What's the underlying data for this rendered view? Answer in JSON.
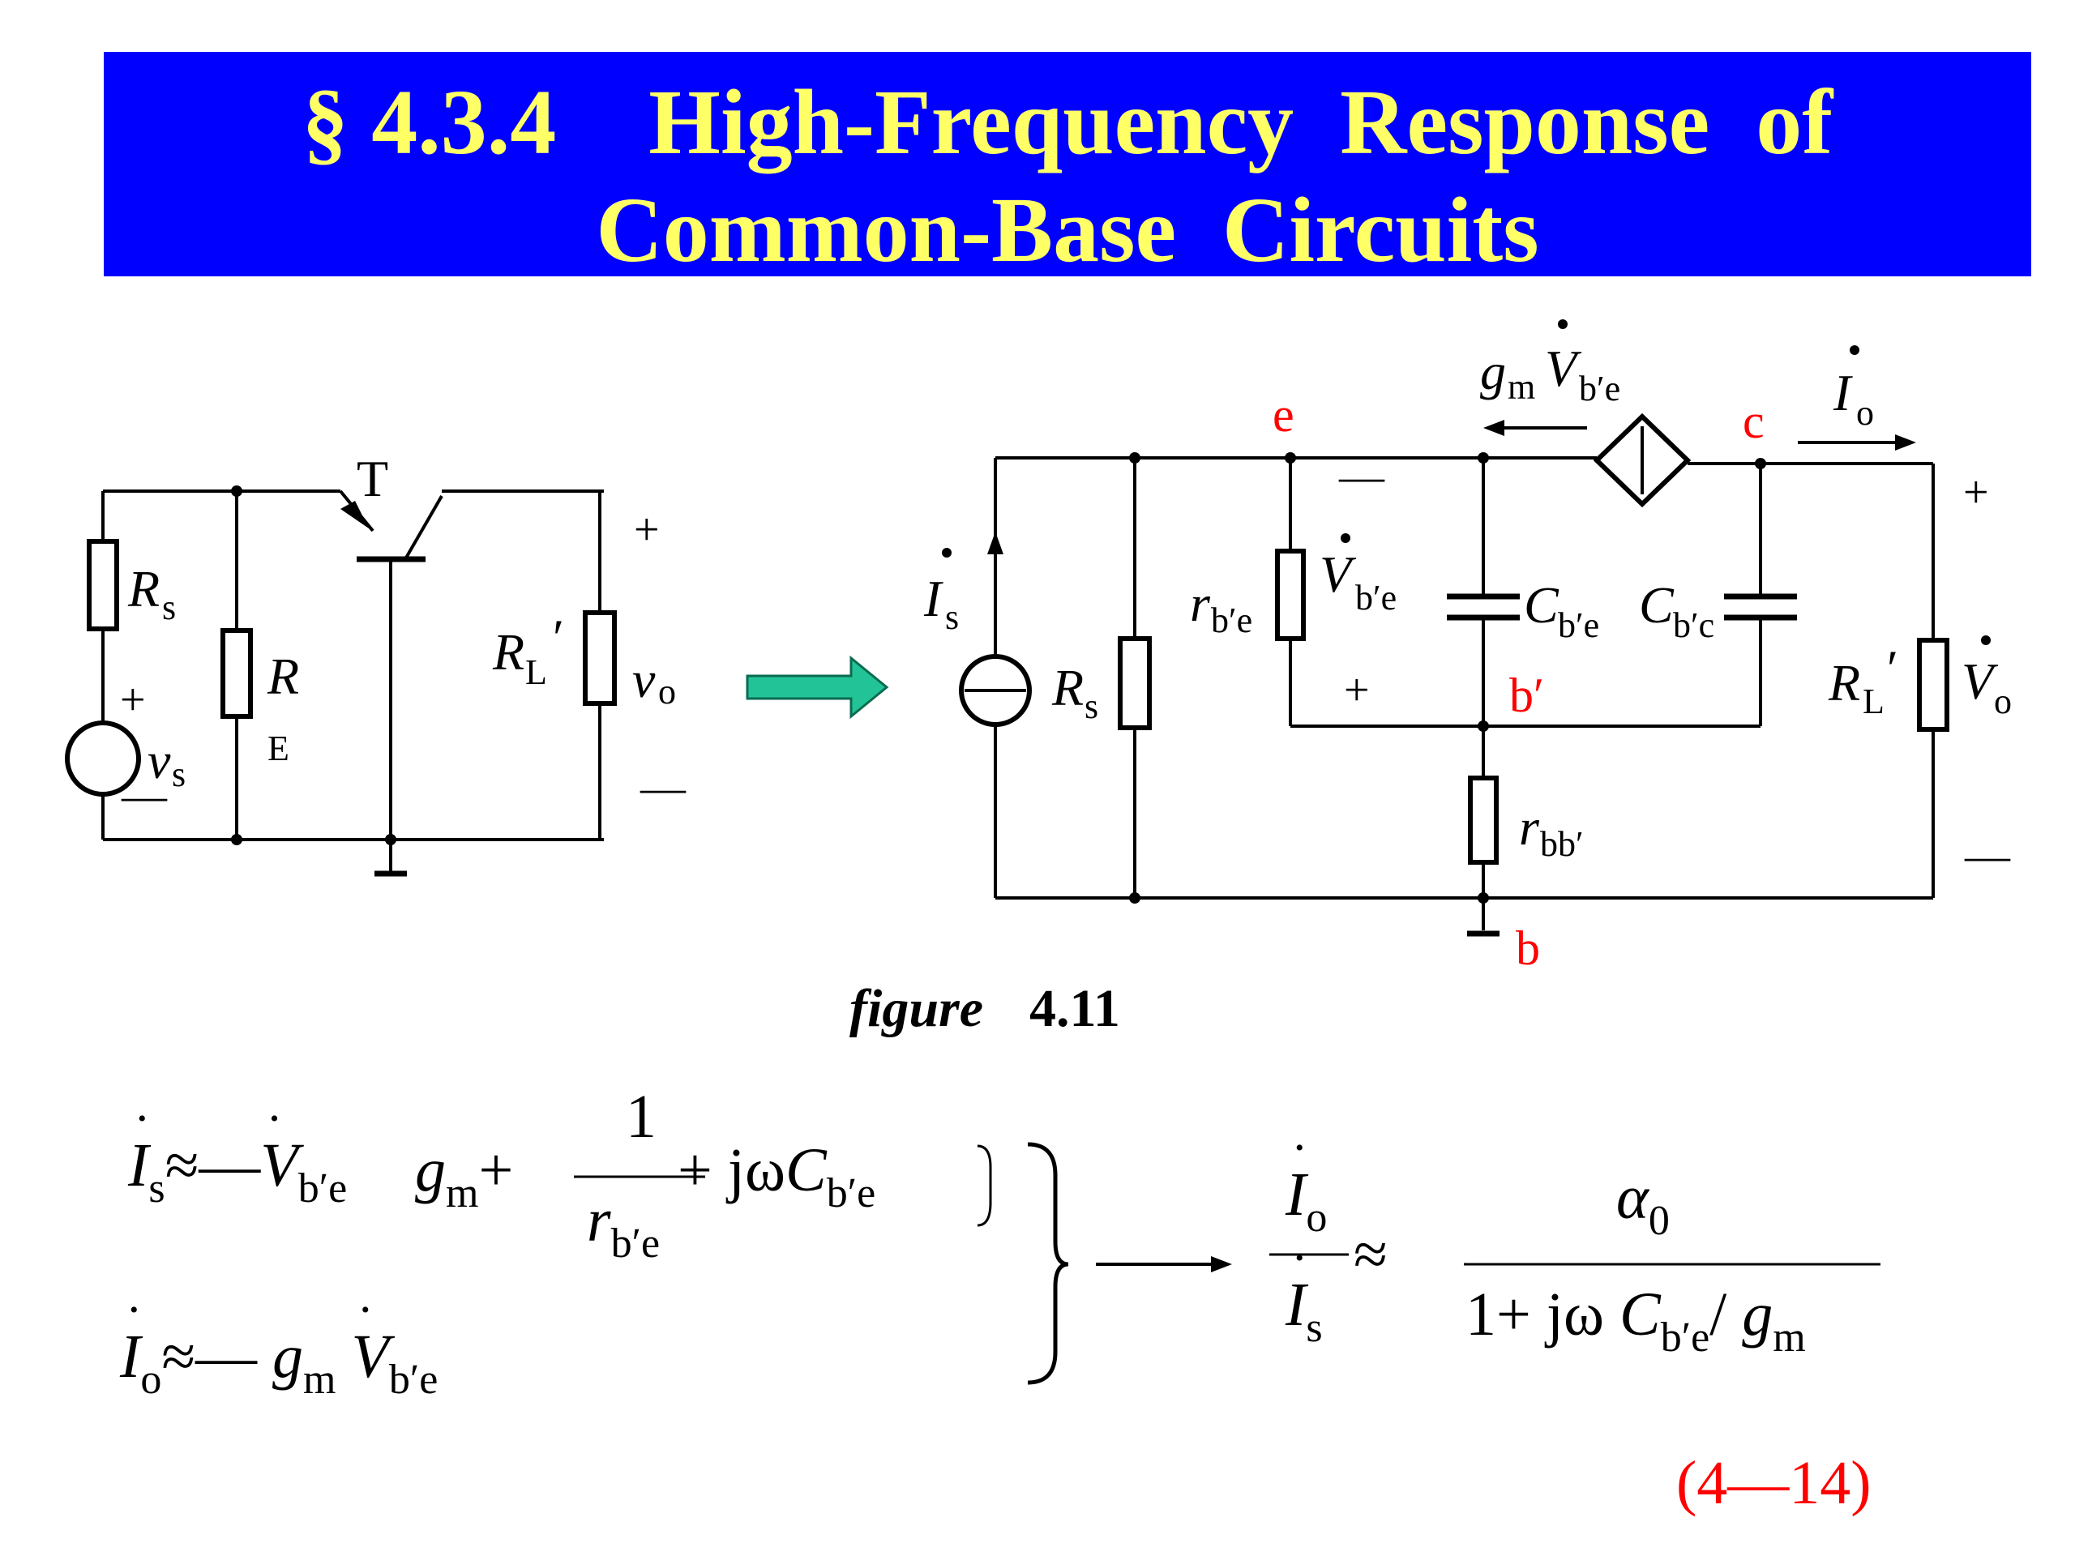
{
  "slide": {
    "title_line1": "§ 4.3.4    High-Frequency  Response  of",
    "title_line2": "Common-Base  Circuits",
    "banner_color": "#0000ff",
    "title_color": "#ffff66"
  },
  "left_circuit": {
    "transistor": "T",
    "source_resistor": "R",
    "source_resistor_sub": "s",
    "emitter_resistor": "R",
    "emitter_resistor_sub": "E",
    "load_resistor": "R",
    "load_resistor_sub": "L",
    "load_prime": "′",
    "source": "v",
    "source_sub": "s",
    "output": "v",
    "output_sub": "o",
    "plus": "+",
    "minus": "—"
  },
  "right_circuit": {
    "node_e": "e",
    "node_c": "c",
    "node_b_prime": "b′",
    "node_b": "b",
    "current_source": "I",
    "current_source_sub": "s",
    "source_resistor": "R",
    "source_resistor_sub": "s",
    "r_be": "r",
    "r_be_sub": "b′e",
    "v_be": "V",
    "v_be_sub": "b′e",
    "c_be": "C",
    "c_be_sub": "b′e",
    "c_bc": "C",
    "c_bc_sub": "b′c",
    "r_bb": "r",
    "r_bb_sub": "bb′",
    "gm": "g",
    "gm_sub": "m",
    "gm_v": "V",
    "gm_v_sub": "b′e",
    "io": "I",
    "io_sub": "o",
    "load_resistor": "R",
    "load_resistor_sub": "L",
    "load_prime": "′",
    "vo": "V",
    "vo_sub": "o",
    "plus": "+",
    "minus": "—",
    "node_color": "#ff0000"
  },
  "figure_caption": {
    "italic": "figure",
    "number": "4.11"
  },
  "equations": {
    "eq1_lhs": "I",
    "eq1_lhs_sub": "s",
    "approx": "≈",
    "neg": "—",
    "v": "V",
    "v_sub": "b′e",
    "g": "g",
    "g_sub": "m",
    "plus": "+",
    "one": "1",
    "r": "r",
    "r_sub": "b′e",
    "jw": "jω",
    "c": "C",
    "c_sub": "b′e",
    "eq2_lhs": "I",
    "eq2_lhs_sub": "o",
    "ratio_num": "I",
    "ratio_num_sub": "o",
    "ratio_den": "I",
    "ratio_den_sub": "s",
    "alpha": "α",
    "alpha_sub": "0",
    "denominator_prefix": "1+ jω ",
    "denominator_slash": "/ ",
    "eq_number": "(4—14)",
    "eq_number_color": "#ff0000"
  }
}
